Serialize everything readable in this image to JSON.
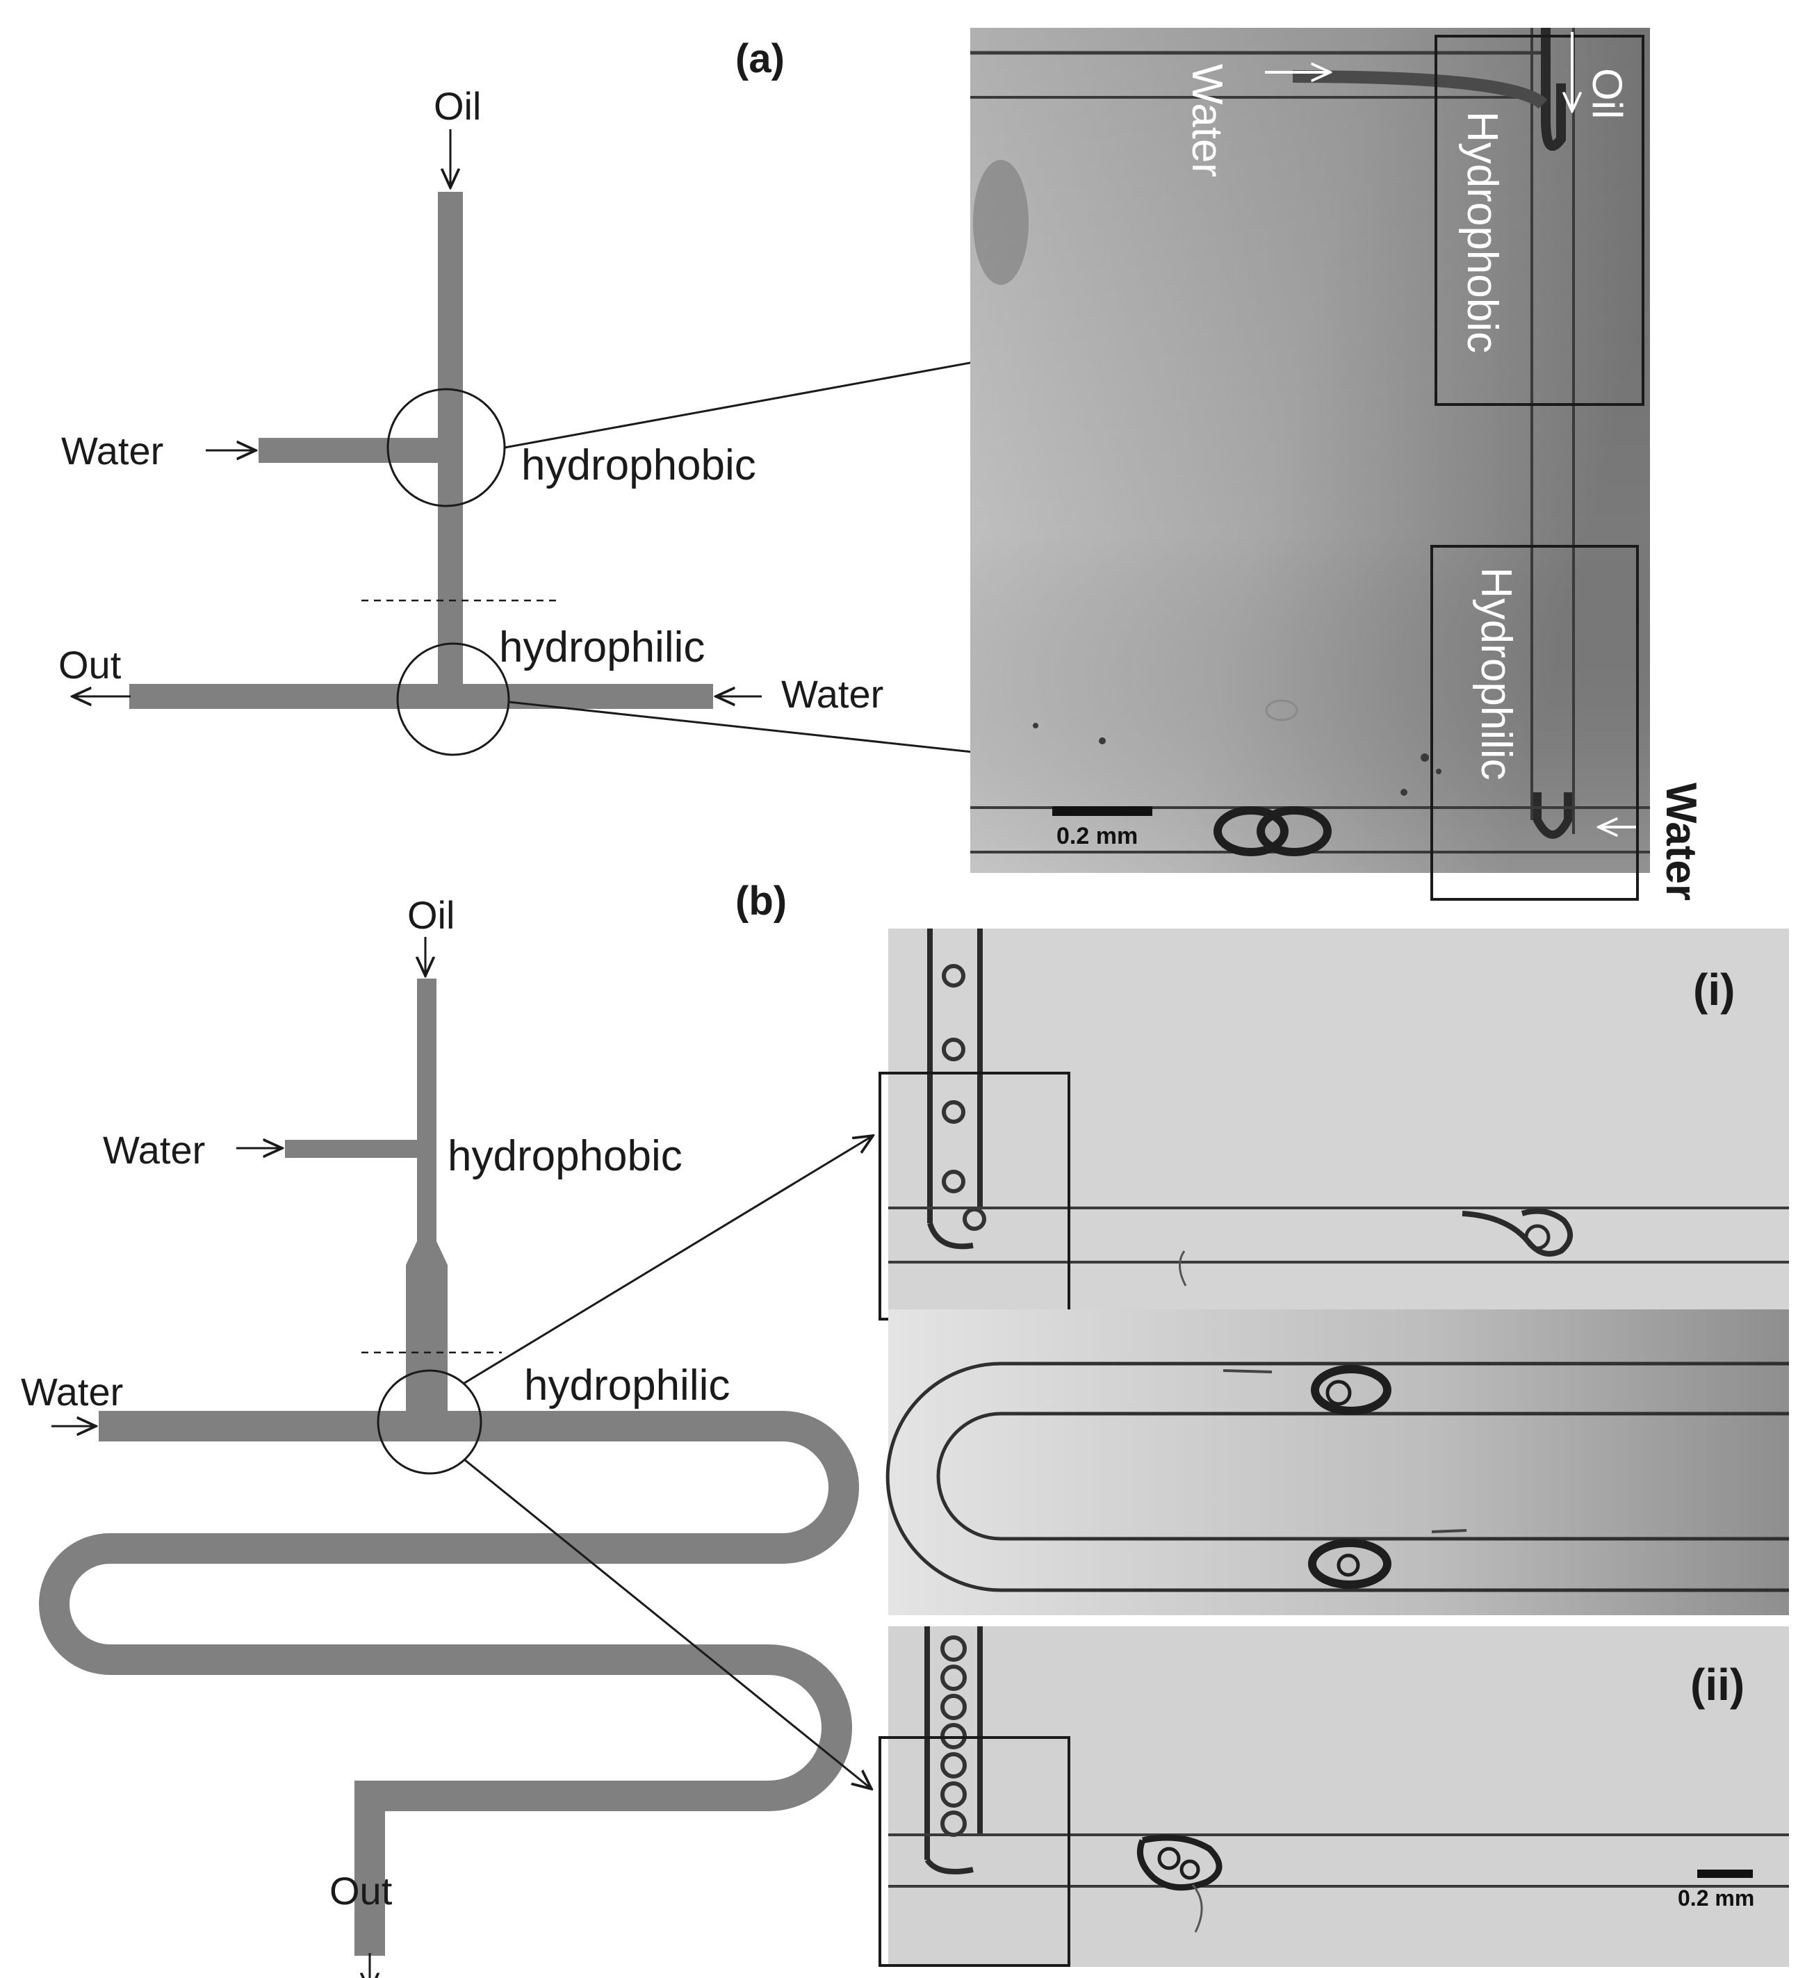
{
  "panel_a": {
    "label": "(a)",
    "schematic": {
      "oil": "Oil",
      "water_side": "Water",
      "water_right": "Water",
      "out": "Out",
      "hydrophobic": "hydrophobic",
      "hydrophilic": "hydrophilic"
    },
    "micrograph": {
      "water_top": "Water",
      "oil": "Oil",
      "hydrophobic_box": "Hydrophobic",
      "hydrophilic_box": "Hydrophilic",
      "water_bottom": "Water",
      "scale_bar": "0.2 mm"
    }
  },
  "panel_b": {
    "label": "(b)",
    "schematic": {
      "oil": "Oil",
      "water_side": "Water",
      "water_left": "Water",
      "out": "Out",
      "hydrophobic": "hydrophobic",
      "hydrophilic": "hydrophilic"
    },
    "micrographs": {
      "label_i": "(i)",
      "label_ii": "(ii)",
      "scale_bar": "0.2 mm"
    }
  },
  "colors": {
    "channel": "#808080",
    "line": "#1a1a1a",
    "micrograph_light": "#dcdcdc",
    "micrograph_dark": "#8c8c8c"
  }
}
